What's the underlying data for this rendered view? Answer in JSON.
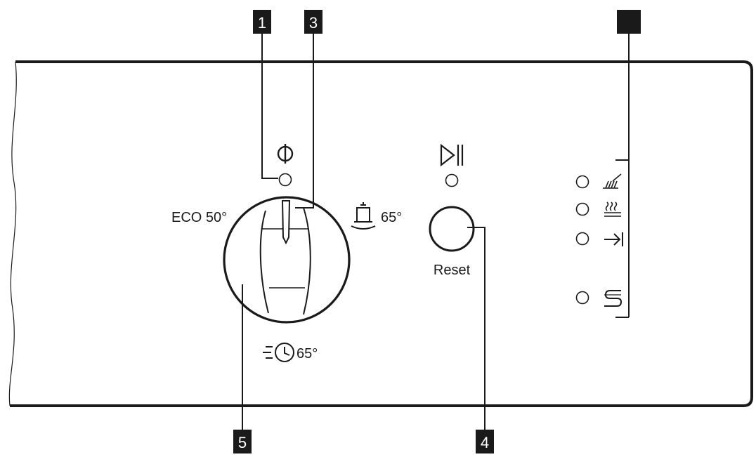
{
  "callouts": {
    "c1": "1",
    "c3": "3",
    "c5": "5",
    "c4": "4",
    "c_blank": ""
  },
  "labels": {
    "eco": "ECO 50°",
    "intensive": "65°",
    "quick": "65°",
    "reset": "Reset"
  },
  "icons": {
    "power": "power-icon",
    "start_pause": "start-pause-icon",
    "wash": "wash-phase-icon",
    "drying": "drying-phase-icon",
    "end": "end-phase-icon",
    "salt": "salt-refill-icon"
  },
  "colors": {
    "ink": "#1a1a1a",
    "callout_bg": "#1a1a1a",
    "callout_text": "#ffffff",
    "background": "#ffffff"
  }
}
